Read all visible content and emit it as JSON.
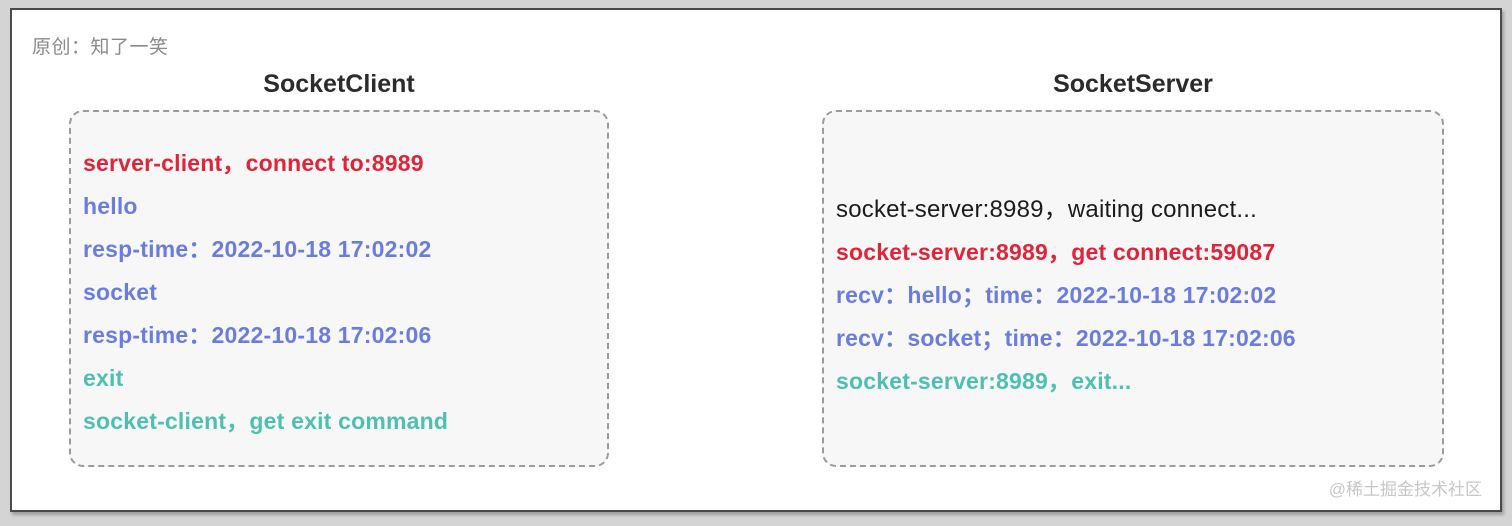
{
  "byline": "原创：知了一笑",
  "watermark": "@稀土掘金技术社区",
  "colors": {
    "red": "#e0243a",
    "blue": "#6a7ddf",
    "teal": "#4ec0b2",
    "black": "#1c1c1c",
    "panel_bg": "#f7f7f7",
    "panel_border": "#9b9b9b",
    "card_bg": "#ffffff",
    "card_border": "#4a4a4a",
    "page_bg": "#d4d4d4",
    "byline_color": "#8a8a8a",
    "watermark_color": "#c7c7c7"
  },
  "panels": [
    {
      "title": "SocketClient",
      "lines": [
        {
          "text": "server-client，connect to:8989",
          "color": "red",
          "bold": true
        },
        {
          "text": "hello",
          "color": "blue",
          "bold": true
        },
        {
          "text": "resp-time：2022-10-18 17:02:02",
          "color": "blue",
          "bold": true
        },
        {
          "text": "socket",
          "color": "blue",
          "bold": true
        },
        {
          "text": "resp-time：2022-10-18 17:02:06",
          "color": "blue",
          "bold": true
        },
        {
          "text": "exit",
          "color": "teal",
          "bold": true
        },
        {
          "text": "socket-client，get exit command",
          "color": "teal",
          "bold": true
        }
      ]
    },
    {
      "title": "SocketServer",
      "lines": [
        {
          "text": "socket-server:8989，waiting connect...",
          "color": "black",
          "bold": false
        },
        {
          "text": "socket-server:8989，get connect:59087",
          "color": "red",
          "bold": true
        },
        {
          "text": "recv：hello；time：2022-10-18 17:02:02",
          "color": "blue",
          "bold": true
        },
        {
          "text": "recv：socket；time：2022-10-18 17:02:06",
          "color": "blue",
          "bold": true
        },
        {
          "text": "socket-server:8989，exit...",
          "color": "teal",
          "bold": true
        }
      ]
    }
  ]
}
